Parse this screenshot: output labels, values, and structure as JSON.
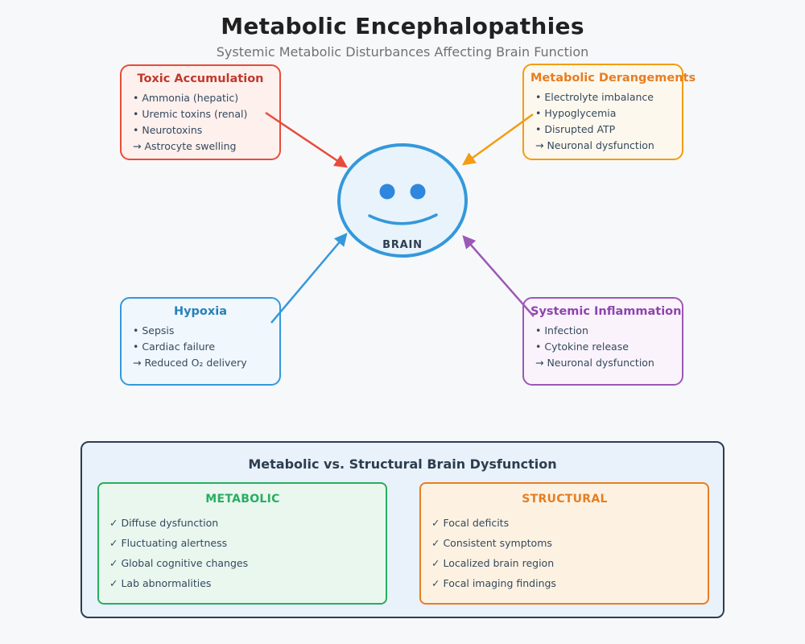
{
  "header": {
    "title": "Metabolic Encephalopathies",
    "subtitle": "Systemic Metabolic Disturbances Affecting Brain Function"
  },
  "brain": {
    "label": "BRAIN",
    "border_color": "#3498db",
    "fill_color": "#e8f3fb",
    "eye_color": "#2e86de",
    "label_color": "#2c3e50"
  },
  "causes": [
    {
      "title": "Toxic Accumulation",
      "items": [
        "• Ammonia (hepatic)",
        "• Uremic toxins (renal)",
        "• Neurotoxins",
        "→ Astrocyte swelling"
      ],
      "title_color": "#c0392b",
      "border_color": "#e74c3c",
      "bg_color": "#fdf0ed",
      "arrow_color": "#e74c3c"
    },
    {
      "title": "Metabolic Derangements",
      "items": [
        "• Electrolyte imbalance",
        "• Hypoglycemia",
        "• Disrupted ATP",
        "→ Neuronal dysfunction"
      ],
      "title_color": "#e67e22",
      "border_color": "#f39c12",
      "bg_color": "#fdf8ee",
      "arrow_color": "#f39c12"
    },
    {
      "title": "Hypoxia",
      "items": [
        "• Sepsis",
        "• Cardiac failure",
        "→ Reduced O₂ delivery"
      ],
      "title_color": "#2980b9",
      "border_color": "#3498db",
      "bg_color": "#f0f7fd",
      "arrow_color": "#3498db"
    },
    {
      "title": "Systemic Inflammation",
      "items": [
        "• Infection",
        "• Cytokine release",
        "→ Neuronal dysfunction"
      ],
      "title_color": "#8e44ad",
      "border_color": "#9b59b6",
      "bg_color": "#faf3fc",
      "arrow_color": "#9b59b6"
    }
  ],
  "comparison": {
    "title": "Metabolic vs. Structural Brain Dysfunction",
    "panel_border_color": "#2c3e50",
    "panel_bg_color": "#e9f1fa",
    "columns": [
      {
        "title": "METABOLIC",
        "items": [
          "✓ Diffuse dysfunction",
          "✓ Fluctuating alertness",
          "✓ Global cognitive changes",
          "✓ Lab abnormalities"
        ],
        "accent_color": "#27ae60",
        "bg_color": "#e9f7ef"
      },
      {
        "title": "STRUCTURAL",
        "items": [
          "✓ Focal deficits",
          "✓ Consistent symptoms",
          "✓ Localized brain region",
          "✓ Focal imaging findings"
        ],
        "accent_color": "#e67e22",
        "bg_color": "#fdf2e2"
      }
    ]
  }
}
